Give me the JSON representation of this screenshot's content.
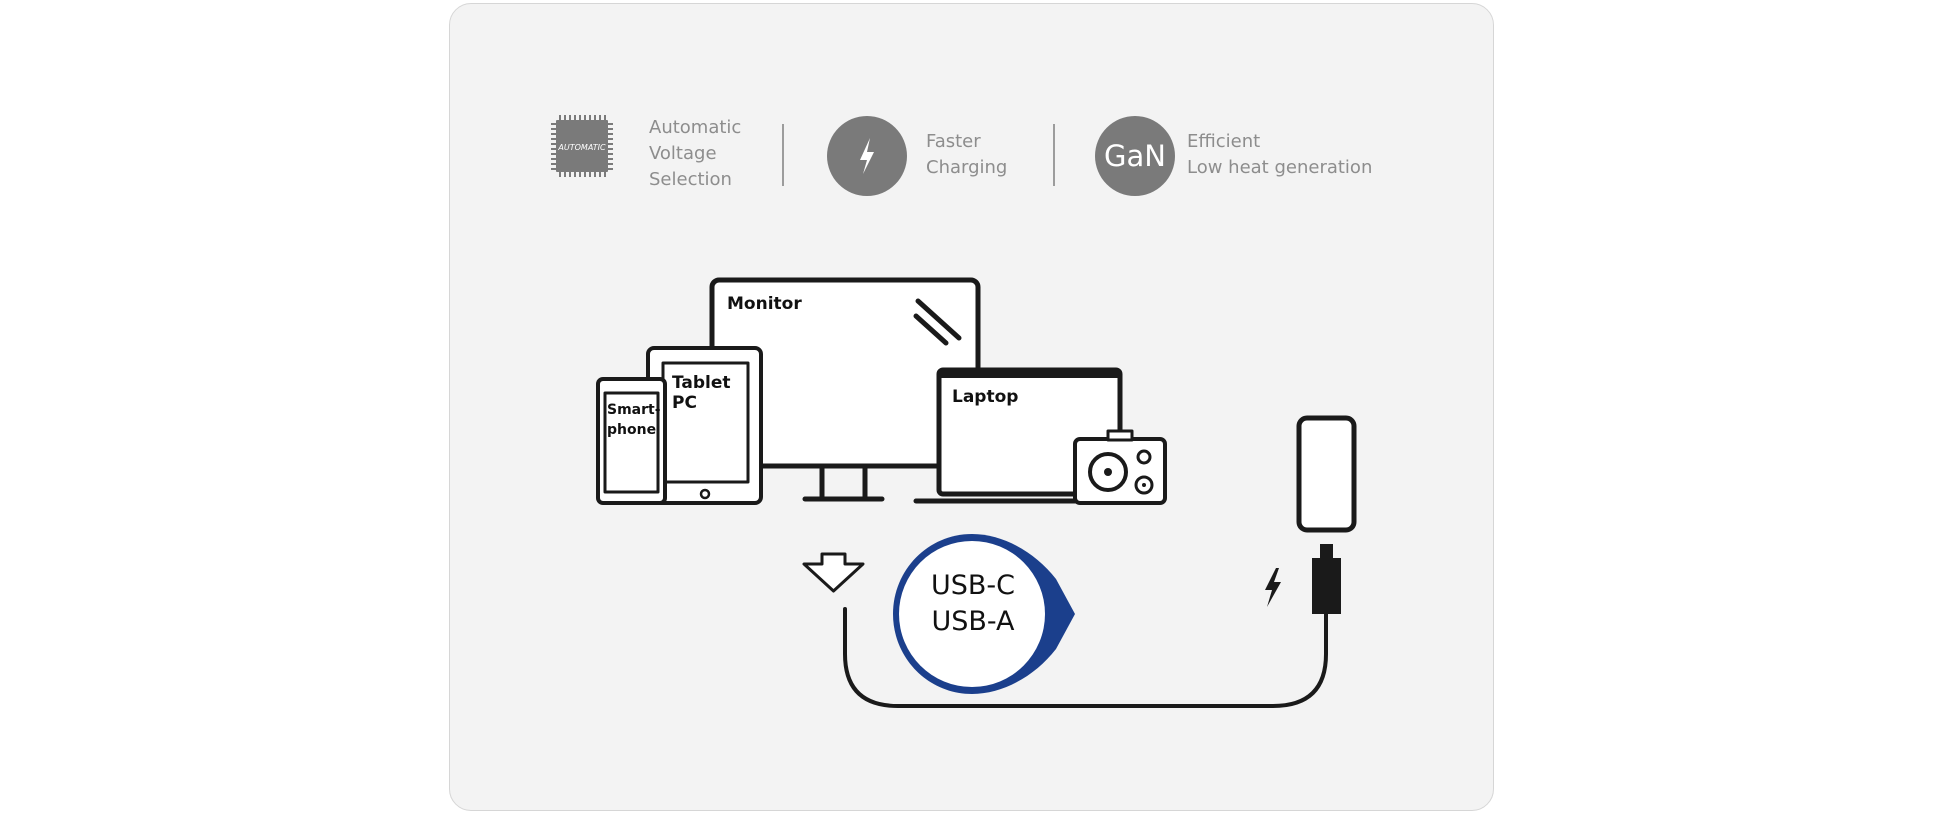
{
  "features": [
    {
      "icon": "chip-icon",
      "chip_label": "AUTOMATIC",
      "text": "Automatic\nVoltage\nSelection"
    },
    {
      "icon": "lightning-icon",
      "text": "Faster\nCharging"
    },
    {
      "icon": "gan-icon",
      "badge": "GaN",
      "text": "Efficient\nLow heat generation"
    }
  ],
  "devices": {
    "monitor": "Monitor",
    "tablet": [
      "Tablet",
      "PC"
    ],
    "smartphone": [
      "Smart-",
      "phone"
    ],
    "laptop": "Laptop"
  },
  "connector": {
    "line1": "USB-C",
    "line2": "USB-A"
  },
  "colors": {
    "background": "#f3f3f3",
    "feature_gray": "#8d8d8d",
    "line": "#1a1a1a",
    "usb_blue": "#1b3f8c"
  }
}
